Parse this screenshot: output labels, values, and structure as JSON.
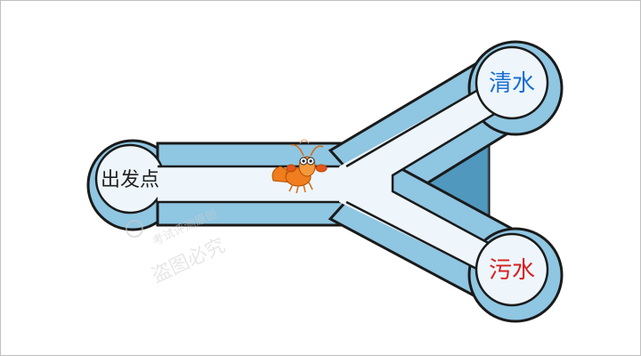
{
  "labels": {
    "start": "出发点",
    "clean_water": "清水",
    "dirty_water": "污水"
  },
  "watermark": {
    "line1": "考试评测原创",
    "line2": "盗图必究"
  },
  "colors": {
    "outline": "#1a1a1a",
    "wall": "#8fc6e2",
    "wall_top": "#c7e4f3",
    "floor": "#eef6fb",
    "water": "#5ba3c9",
    "clean_label": "#1a6fd6",
    "dirty_label": "#d81e1e",
    "start_label": "#222222",
    "shrimp": "#f07d1e"
  },
  "creature": "shrimp-icon"
}
